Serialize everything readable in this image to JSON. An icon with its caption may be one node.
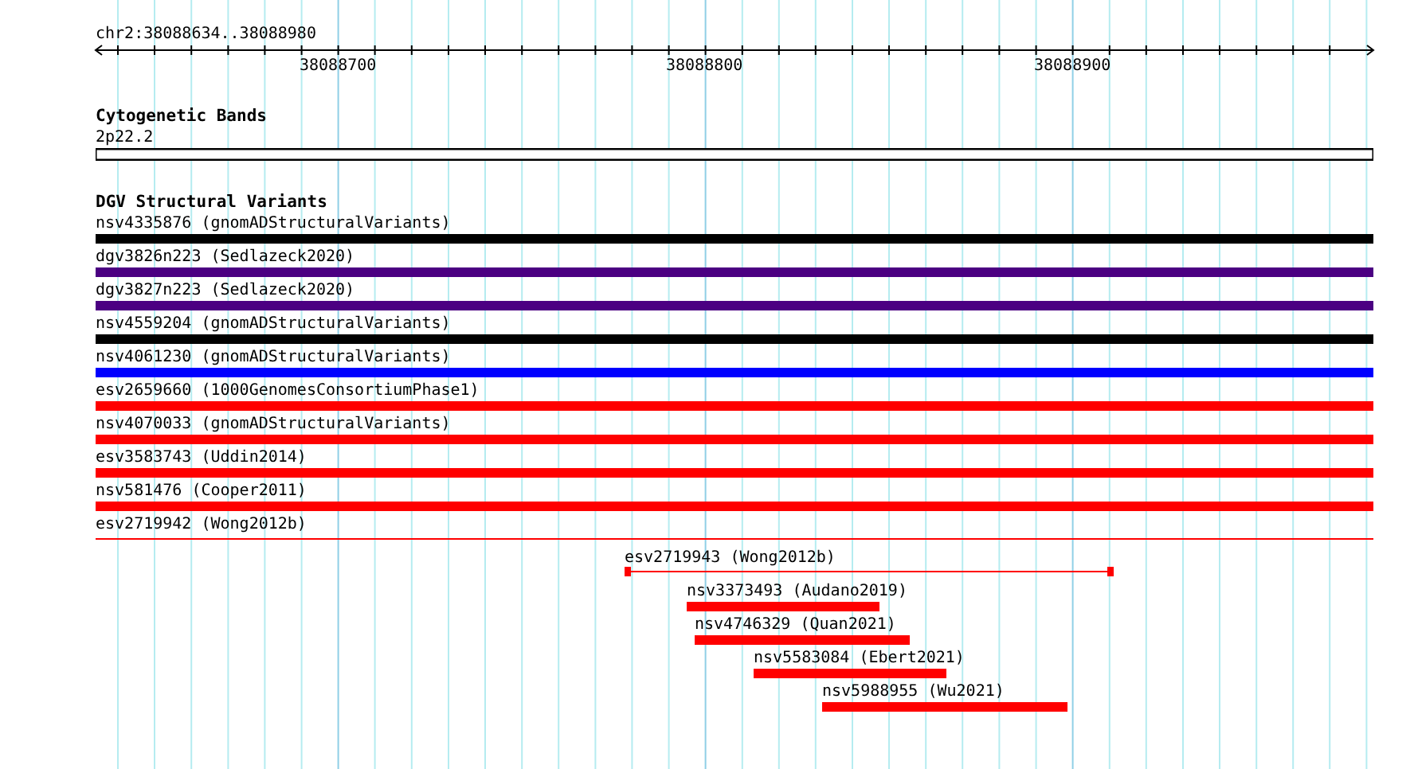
{
  "diagram": {
    "nodes": [
      {
        "text": [
          "2p22.2"
        ]
      },
      {
        "text": [
          "nsv4335876 (gnomADStructuralVariants)"
        ]
      },
      {
        "text": [
          "dgv3826n223 (Sedlazeck2020)"
        ]
      },
      {
        "text": [
          "dgv3827n223 (Sedlazeck2020)"
        ]
      },
      {
        "text": [
          "nsv4559204 (gnomADStructuralVariants)"
        ]
      },
      {
        "text": [
          "nsv4061230 (gnomADStructuralVariants)"
        ]
      },
      {
        "text": [
          "esv2659660 (1000GenomesConsortiumPhase1)"
        ]
      },
      {
        "text": [
          "nsv4070033 (gnomADStructuralVariants)"
        ]
      },
      {
        "text": [
          "esv3583743 (Uddin2014)"
        ]
      },
      {
        "text": [
          "nsv581476 (Cooper2011)"
        ]
      },
      {
        "text": [
          "esv2719942 (Wong2012b)"
        ]
      },
      {
        "text": [
          "esv2719943 (Wong2012b)"
        ]
      },
      {
        "text": [
          "nsv3373493 (Audano2019)"
        ]
      },
      {
        "text": [
          "nsv4746329 (Quan2021)"
        ]
      },
      {
        "text": [
          "nsv5583084 (Ebert2021)"
        ]
      },
      {
        "text": [
          "nsv5988955 (Wu2021)"
        ]
      }
    ],
    "labels": [
      "chr2:38088634..38088980",
      "38088700",
      "38088800",
      "38088900",
      "Cytogenetic Bands",
      "DGV Structural Variants"
    ]
  }
}
